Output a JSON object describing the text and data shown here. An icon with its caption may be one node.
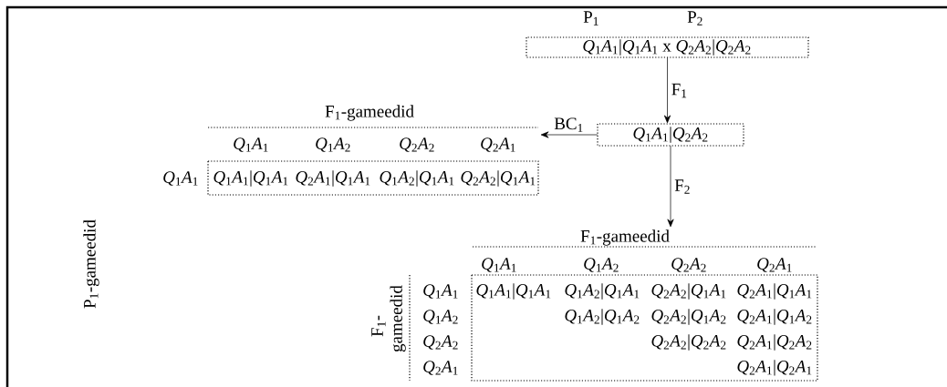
{
  "diagram": {
    "nodes": [
      {
        "text": [
          "P$_{1}$",
          "P$_{2}$",
          "*Q*$_{1}$*A*$_{1}$|*Q*$_{1}$*A*$_{1}$ x *Q*$_{2}$*A*$_{2}$|*Q*$_{2}$*A*$_{2}$"
        ]
      },
      {
        "text": [
          "*Q*$_{1}$*A*$_{1}$|*Q*$_{2}$*A*$_{2}$"
        ]
      },
      {
        "text": [
          "F$_{1}$-gameedid",
          "*Q*$_{1}$*A*$_{1}$",
          "*Q*$_{1}$*A*$_{2}$",
          "*Q*$_{2}$*A*$_{2}$",
          "*Q*$_{2}$*A*$_{1}$",
          "*Q*$_{1}$*A*$_{1}$",
          "*Q*$_{1}$*A*$_{1}$|*Q*$_{1}$*A*$_{1}$",
          "*Q*$_{2}$*A*$_{1}$|*Q*$_{1}$*A*$_{1}$",
          "*Q*$_{1}$*A*$_{2}$|*Q*$_{1}$*A*$_{1}$",
          "*Q*$_{2}$*A*$_{2}$|*Q*$_{1}$*A*$_{1}$"
        ]
      },
      {
        "text": [
          "F$_{1}$-gameedid",
          "*Q*$_{1}$*A*$_{1}$",
          "*Q*$_{1}$*A*$_{2}$",
          "*Q*$_{2}$*A*$_{2}$",
          "*Q*$_{2}$*A*$_{1}$",
          "F$_{1}$- gameedid",
          "*Q*$_{1}$*A*$_{1}$",
          "*Q*$_{1}$*A*$_{2}$",
          "*Q*$_{2}$*A*$_{2}$",
          "*Q*$_{2}$*A*$_{1}$",
          "*Q*$_{1}$*A*$_{1}$|*Q*$_{1}$*A*$_{1}$",
          "*Q*$_{1}$*A*$_{2}$|*Q*$_{1}$*A*$_{1}$",
          "*Q*$_{2}$*A*$_{2}$|*Q*$_{1}$*A*$_{1}$",
          "*Q*$_{2}$*A*$_{1}$|*Q*$_{1}$*A*$_{1}$",
          "*Q*$_{1}$*A*$_{2}$|*Q*$_{1}$*A*$_{2}$",
          "*Q*$_{2}$*A*$_{2}$|*Q*$_{1}$*A*$_{2}$",
          "*Q*$_{2}$*A*$_{1}$|*Q*$_{1}$*A*$_{2}$",
          "*Q*$_{2}$*A*$_{2}$|*Q*$_{2}$*A*$_{2}$",
          "*Q*$_{2}$*A*$_{1}$|*Q*$_{2}$*A*$_{2}$",
          "*Q*$_{2}$*A*$_{1}$|*Q*$_{2}$*A*$_{1}$"
        ]
      }
    ],
    "edges": [
      {
        "from": 0,
        "to": 1,
        "arrow": "to",
        "label": "F$_{1}$"
      },
      {
        "from": 1,
        "to": 2,
        "arrow": "to",
        "label": "BC$_{1}$"
      },
      {
        "from": 1,
        "to": 3,
        "arrow": "to",
        "label": "F$_{2}$"
      }
    ],
    "labels": [
      "P$_{1}$-gameedid"
    ]
  }
}
